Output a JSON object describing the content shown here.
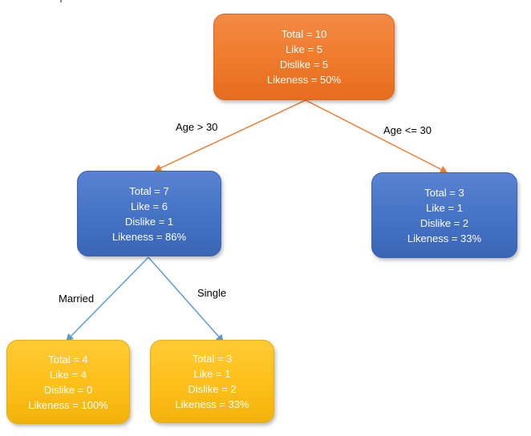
{
  "nodes": {
    "root": {
      "total": "Total = 10",
      "like": "Like = 5",
      "dislike": "Dislike = 5",
      "likeness": "Likeness = 50%"
    },
    "age_over_30": {
      "total": "Total = 7",
      "like": "Like = 6",
      "dislike": "Dislike = 1",
      "likeness": "Likeness = 86%"
    },
    "age_30_or_less": {
      "total": "Total = 3",
      "like": "Like = 1",
      "dislike": "Dislike = 2",
      "likeness": "Likeness = 33%"
    },
    "married": {
      "total": "Total = 4",
      "like": "Like = 4",
      "dislike": "Dislike = 0",
      "likeness": "Likeness = 100%"
    },
    "single": {
      "total": "Total = 3",
      "like": "Like = 1",
      "dislike": "Dislike = 2",
      "likeness": "Likeness = 33%"
    }
  },
  "edges": {
    "age_over_30": "Age > 30",
    "age_30_or_less": "Age <= 30",
    "married": "Married",
    "single": "Single"
  },
  "colors": {
    "root_node": "#ef7a2b",
    "level1_node": "#4472c4",
    "leaf_node": "#fdbf1a",
    "root_edges": "#ed7d31",
    "level1_edges": "#5b9bd5"
  }
}
